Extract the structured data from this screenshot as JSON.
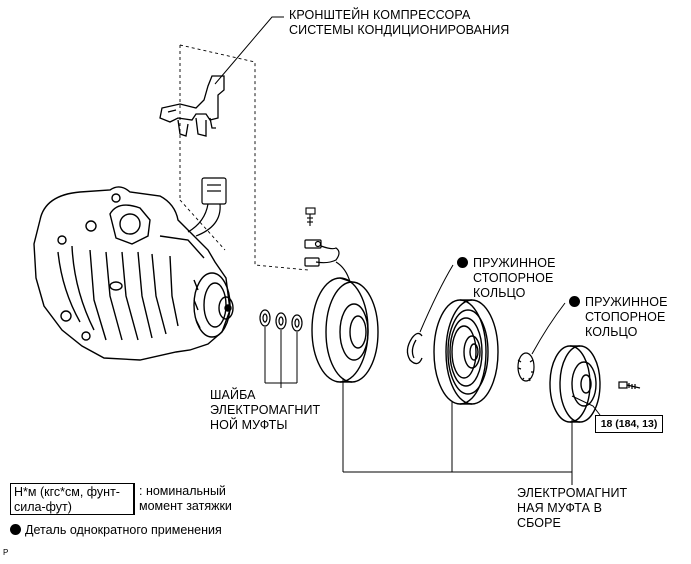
{
  "labels": {
    "bracket": "КРОНШТЕЙН КОМПРЕССОРА\nСИСТЕМЫ КОНДИЦИОНИРОВАНИЯ",
    "snap_ring_1": "ПРУЖИННОЕ\nСТОПОРНОЕ\nКОЛЬЦО",
    "snap_ring_2": "ПРУЖИННОЕ\nСТОПОРНОЕ\nКОЛЬЦО",
    "shim": "ШАЙБА\nЭЛЕКТРОМАГНИТ\nНОЙ МУФТЫ",
    "clutch_assy": "ЭЛЕКТРОМАГНИТ\nНАЯ МУФТА В\nСБОРЕ",
    "torque": "18 (184, 13)"
  },
  "legend": {
    "unit": "Н*м (кгс*см, фунт-\nсила-фут)",
    "desc": ": номинальный\nмомент затяжки",
    "non_reusable": "Деталь однократного применения"
  },
  "corner_code": "P"
}
